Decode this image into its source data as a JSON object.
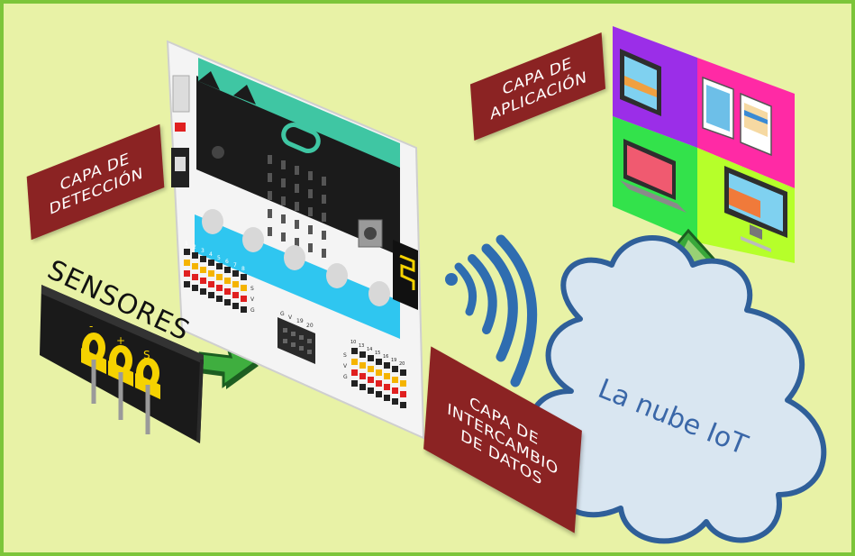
{
  "labels": {
    "deteccion": [
      "CAPA DE",
      "DETECCIÓN"
    ],
    "aplicacion": [
      "CAPA DE",
      "APLICACIÓN"
    ],
    "intercambio": [
      "CAPA DE",
      "INTERCAMBIO",
      "DE DATOS"
    ]
  },
  "sensor": {
    "title": "SENSORES",
    "pin_labels": [
      "-",
      "+",
      "S"
    ]
  },
  "cloud": {
    "text": "La nube IoT"
  },
  "board": {
    "left_pin_numbers": [
      "1",
      "2",
      "3",
      "4",
      "5",
      "6",
      "7",
      "8"
    ],
    "right_pin_numbers": [
      "10",
      "13",
      "14",
      "15",
      "16",
      "19",
      "20"
    ],
    "header_labels": [
      "S",
      "V",
      "G"
    ],
    "mid_header_labels": [
      "G",
      "V",
      "19",
      "20"
    ]
  },
  "colors": {
    "background": "#e8f2a6",
    "border": "#7cc53a",
    "label_bg": "#8b2323",
    "cloud_fill": "#d9e6f1",
    "cloud_stroke": "#2f5f99",
    "arrow_green": "#2e8b2e",
    "screen_purple": "#9b2ee8",
    "screen_pink": "#ff2aa5",
    "screen_green": "#33e24b",
    "screen_lime": "#b6ff2a"
  }
}
